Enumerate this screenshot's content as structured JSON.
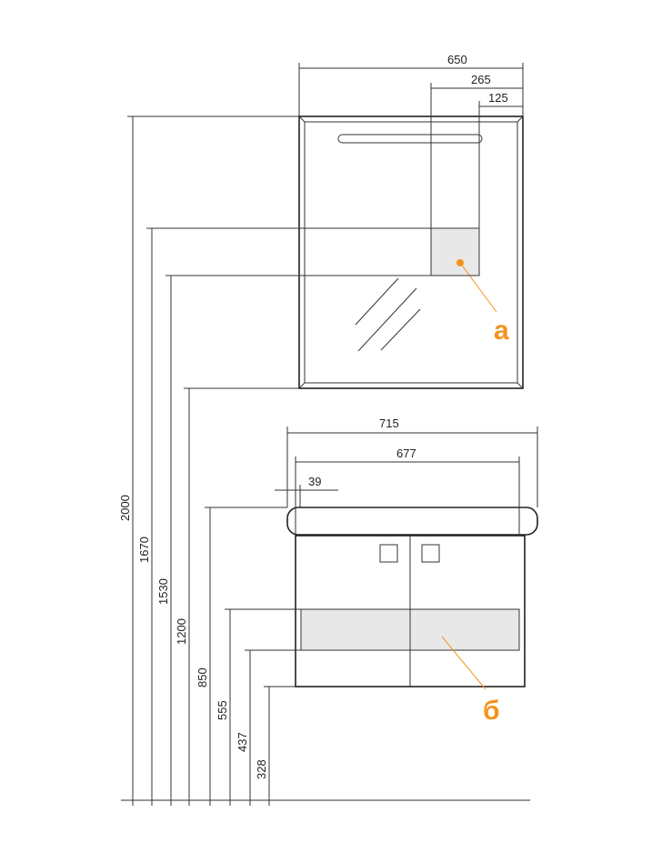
{
  "mirror": {
    "width_labels": [
      "650",
      "265",
      "125"
    ],
    "callout_label": "а"
  },
  "cabinet": {
    "width_labels": [
      "715",
      "677",
      "39"
    ],
    "callout_label": "б"
  },
  "heights": [
    "2000",
    "1670",
    "1530",
    "1200",
    "850",
    "555",
    "437",
    "328"
  ],
  "colors": {
    "line": "#333333",
    "highlight_fill": "#e8e8e8",
    "callout": "#f5921e"
  }
}
